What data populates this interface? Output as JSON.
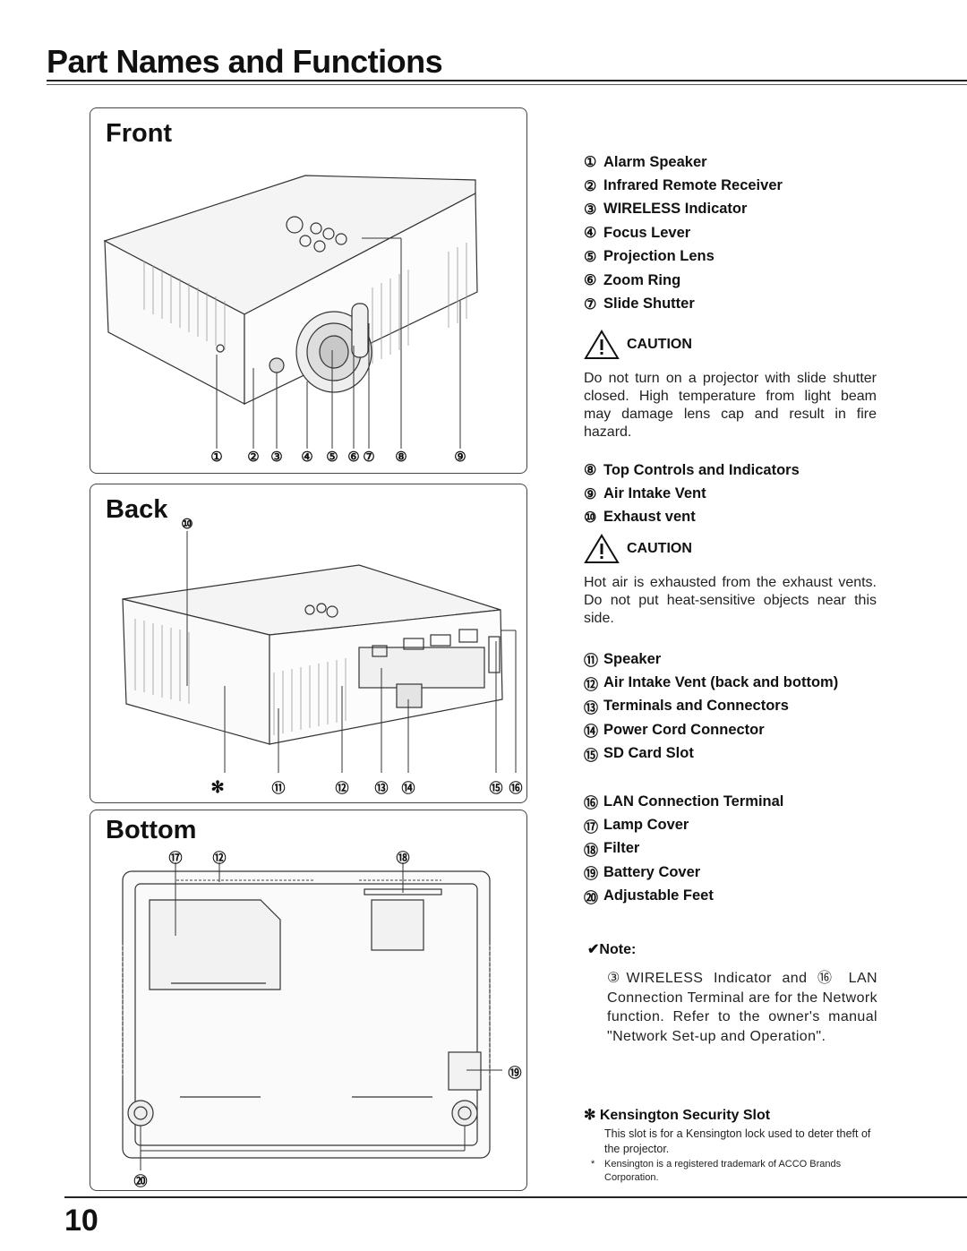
{
  "page": {
    "title": "Part Names and Functions",
    "page_number": "10"
  },
  "front": {
    "heading": "Front",
    "callouts": [
      "①",
      "②",
      "③",
      "④",
      "⑤",
      "⑥",
      "⑦",
      "⑧",
      "⑨"
    ]
  },
  "back": {
    "heading": "Back",
    "top_callout": "⑩",
    "callouts": [
      "✻",
      "⑪",
      "⑫",
      "⑬",
      "⑭",
      "⑮",
      "⑯"
    ]
  },
  "bottom": {
    "heading": "Bottom",
    "top_callouts": [
      "⑰",
      "⑫",
      "⑱"
    ],
    "side_callout": "⑲",
    "foot_callout": "⑳"
  },
  "parts_group1": [
    {
      "num": "①",
      "label": "Alarm Speaker"
    },
    {
      "num": "②",
      "label": "Infrared Remote Receiver"
    },
    {
      "num": "③",
      "label": "WIRELESS Indicator"
    },
    {
      "num": "④",
      "label": "Focus Lever"
    },
    {
      "num": "⑤",
      "label": "Projection Lens"
    },
    {
      "num": "⑥",
      "label": "Zoom Ring"
    },
    {
      "num": "⑦",
      "label": "Slide Shutter"
    }
  ],
  "caution1": {
    "label": "CAUTION",
    "text": "Do not turn on a projector with slide shutter closed. High temperature from light beam may damage lens cap and result in fire hazard."
  },
  "parts_group2": [
    {
      "num": "⑧",
      "label": "Top Controls and Indicators"
    },
    {
      "num": "⑨",
      "label": "Air Intake Vent"
    },
    {
      "num": "⑩",
      "label": "Exhaust vent"
    }
  ],
  "caution2": {
    "label": "CAUTION",
    "text": "Hot air is exhausted from the exhaust vents.  Do not put heat-sensitive objects near this side."
  },
  "parts_group3": [
    {
      "num": "⑪",
      "label": "Speaker"
    },
    {
      "num": "⑫",
      "label": "Air Intake Vent (back and bottom)"
    },
    {
      "num": "⑬",
      "label": "Terminals and Connectors"
    },
    {
      "num": "⑭",
      "label": "Power Cord Connector"
    },
    {
      "num": "⑮",
      "label": "SD Card Slot"
    }
  ],
  "parts_group4": [
    {
      "num": "⑯",
      "label": "LAN Connection Terminal"
    },
    {
      "num": "⑰",
      "label": "Lamp Cover"
    },
    {
      "num": "⑱",
      "label": "Filter"
    },
    {
      "num": "⑲",
      "label": "Battery Cover"
    },
    {
      "num": "⑳",
      "label": "Adjustable Feet"
    }
  ],
  "note": {
    "heading": "✔Note:",
    "text": "③WIRELESS Indicator and ⑯ LAN Connection Terminal are for the Network function. Refer to the owner's manual \"Network Set-up and Operation\"."
  },
  "kensington": {
    "heading": "✻ Kensington Security Slot",
    "text": "This slot is for a Kensington lock used to deter theft of the projector.",
    "trademark_mark": "*",
    "trademark": "Kensington is a registered trademark of ACCO Brands Corporation."
  }
}
